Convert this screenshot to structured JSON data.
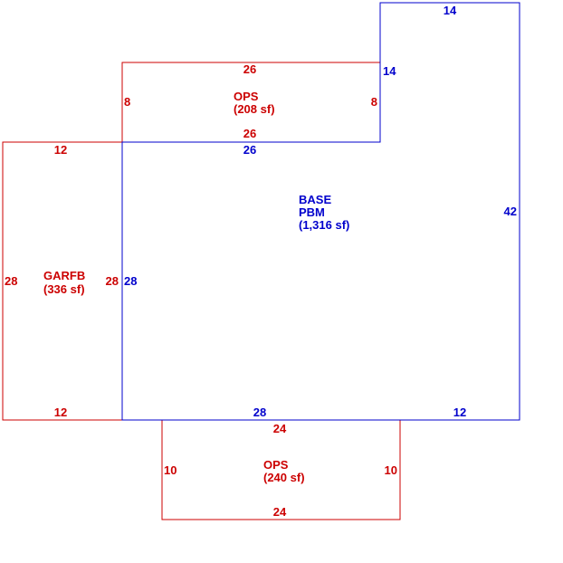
{
  "colors": {
    "base": "#0000cc",
    "addition": "#cc0000",
    "background": "#ffffff"
  },
  "areas": {
    "base": {
      "line1": "BASE",
      "line2": "PBM",
      "line3": "(1,316 sf)"
    },
    "garage": {
      "line1": "GARFB",
      "line2": "(336 sf)"
    },
    "porch_top": {
      "line1": "OPS",
      "line2": "(208 sf)"
    },
    "porch_bottom": {
      "line1": "OPS",
      "line2": "(240 sf)"
    }
  },
  "dims": {
    "base_top": "14",
    "base_step": "14",
    "base_right": "42",
    "base_upper_left": "26",
    "base_left": "28",
    "base_bottom_left": "28",
    "base_bottom_right": "12",
    "garage_top": "12",
    "garage_left": "28",
    "garage_right": "28",
    "garage_bottom": "12",
    "porch_top_top": "26",
    "porch_top_left": "8",
    "porch_top_right": "8",
    "porch_top_bottom": "26",
    "porch_bottom_top": "24",
    "porch_bottom_left": "10",
    "porch_bottom_right": "10",
    "porch_bottom_bottom": "24"
  }
}
